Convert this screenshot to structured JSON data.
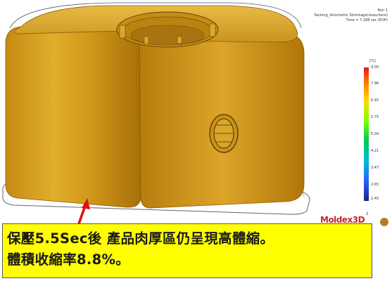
{
  "run_info": {
    "run": "Run 1",
    "result": "Packing_Volumetric Shrinkage(isosurface)",
    "time": "Time = 7.188 sec (EOP)"
  },
  "legend": {
    "unit": "[%]",
    "ticks": [
      "9.00",
      "7.96",
      "6.92",
      "5.75",
      "5.04",
      "4.21",
      "3.47",
      "2.65",
      "2.40"
    ],
    "marker": "Z"
  },
  "watermark": "Moldex3D",
  "caption": {
    "line1": "保壓5.5Sec後 產品肉厚區仍呈現高體縮。",
    "line2": "體積收縮率8.8%。"
  },
  "colors": {
    "part": "#d4a020",
    "caption_bg": "#ffff00",
    "arrow": "#e01010"
  }
}
